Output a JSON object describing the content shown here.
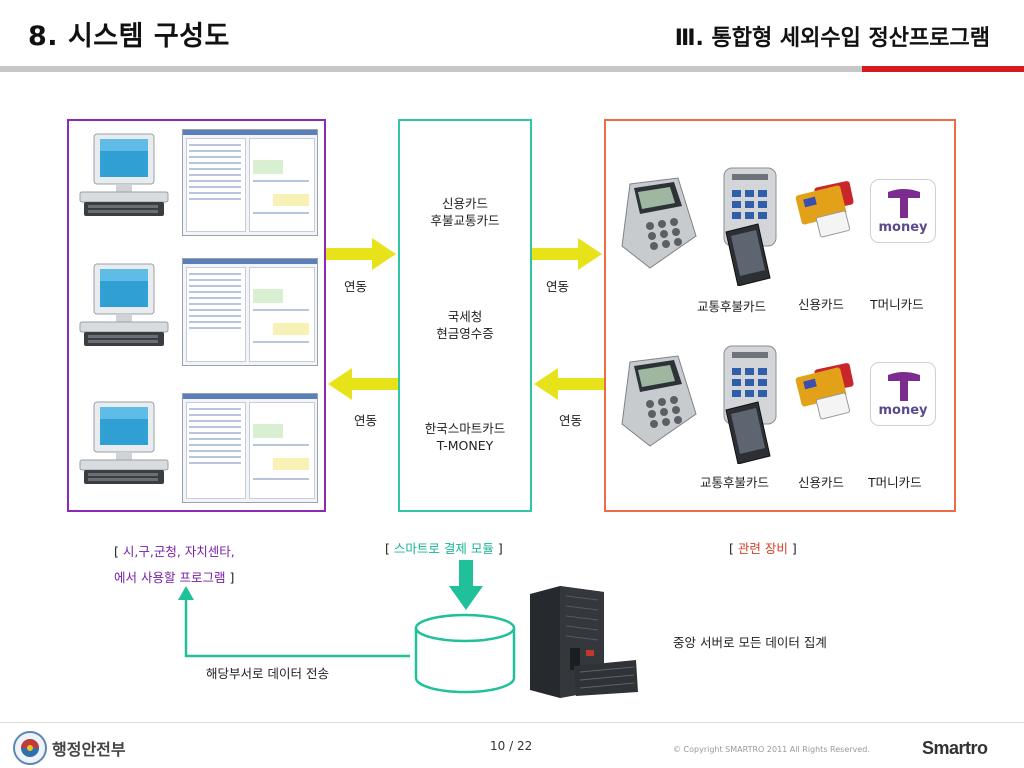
{
  "header": {
    "page_title": "8. 시스템 구성도",
    "section_title": "Ⅲ. 통합형 세외수입 정산프로그램"
  },
  "center_module": {
    "item1_line1": "신용카드",
    "item1_line2": "후불교통카드",
    "item2_line1": "국세청",
    "item2_line2": "현금영수증",
    "item3_line1": "한국스마트카드",
    "item3_line2": "T-MONEY"
  },
  "links": {
    "left_top": "연동",
    "right_top": "연동",
    "left_bottom": "연동",
    "right_bottom": "연동"
  },
  "equipment": {
    "top_captions": [
      "교통후불카드",
      "신용카드",
      "T머니카드"
    ],
    "bottom_captions": [
      "교통후불카드",
      "신용카드",
      "T머니카드"
    ],
    "tmoney_logo_text": "money"
  },
  "labels": {
    "users_line1": "시,구,군청, 자치센타,",
    "users_line2": "에서 사용할 프로그램",
    "module": "스마트로 결제 모듈",
    "equip": "관련 장비",
    "bracket_open": "[",
    "bracket_close": "]"
  },
  "server": {
    "caption": "중앙 서버로 모든 데이터 집계",
    "transfer_caption": "해당부서로 데이터 전송"
  },
  "footer": {
    "org": "행정안전부",
    "page": "10 / 22",
    "copyright": "© Copyright SMARTRO 2011 All Rights Reserved.",
    "brand": "Smartro"
  },
  "colors": {
    "users_box": "#8c2ab5",
    "module_box": "#2ec6a7",
    "equipment_box": "#ee6b45",
    "arrow_yellow": "#e8e21a",
    "arrow_teal": "#1fc09a",
    "accent_red": "#d71920"
  }
}
